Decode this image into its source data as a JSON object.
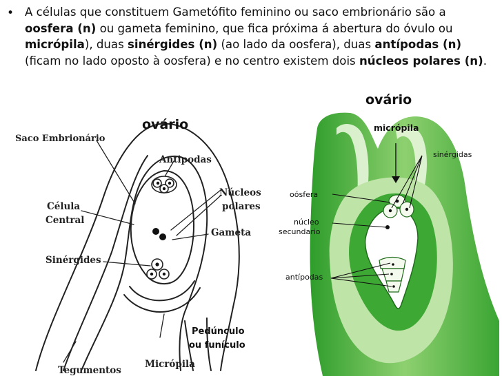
{
  "bullet": {
    "marker": "•",
    "parts": [
      {
        "text": "A células que constituem Gametófito feminino ou saco embrionário são a ",
        "bold": false
      },
      {
        "text": "oosfera (n)",
        "bold": true
      },
      {
        "text": " ou gameta feminino, que fica próxima á abertura do óvulo ou ",
        "bold": false
      },
      {
        "text": "micrópila",
        "bold": true
      },
      {
        "text": "), duas ",
        "bold": false
      },
      {
        "text": "sinérgides (n)",
        "bold": true
      },
      {
        "text": " (ao lado da oosfera), duas ",
        "bold": false
      },
      {
        "text": "antípodas (n)",
        "bold": true
      },
      {
        "text": " (ficam no lado oposto à oosfera) e no centro  existem dois ",
        "bold": false
      },
      {
        "text": "núcleos polares (n)",
        "bold": true
      },
      {
        "text": ".",
        "bold": false
      }
    ]
  },
  "left_diagram": {
    "ovario": "ovário",
    "saco_embrionario": "Saco Embrionário",
    "antipodas": "Antipodas",
    "nucleos": "Núcleos",
    "polares": "polares",
    "celula": "Célula",
    "central": "Central",
    "gameta": "Gameta",
    "sinergides": "Sinérgides",
    "pedunculo": "Pedúnculo",
    "funiculo": "ou funículo",
    "tegumentos": "Tegumentos",
    "micropila": "Micrópila"
  },
  "right_diagram": {
    "ovario": "ovário",
    "micropila": "micrópila",
    "sinergidas": "sinérgidas",
    "oosfera": "oósfera",
    "nucleo": "núcleo",
    "secundario": "secundario",
    "antipodas": "antípodas"
  },
  "colors": {
    "green_dark": "#2e9d2a",
    "green_mid": "#6cc04a",
    "green_light": "#cfeac0",
    "line": "#222222"
  }
}
